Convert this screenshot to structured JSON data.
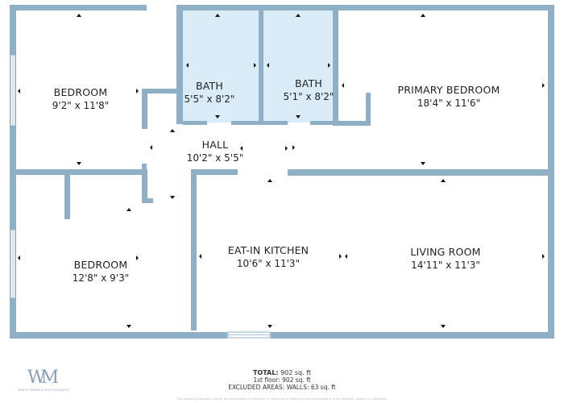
{
  "colors": {
    "wall": "#8fafc6",
    "bath_fill": "#d9ecf8",
    "marker": "#111111",
    "text": "#222222"
  },
  "rooms": {
    "bedroom_1": {
      "name": "BEDROOM",
      "dims": "9'2\" x 11'8\""
    },
    "bath_1": {
      "name": "BATH",
      "dims": "5'5\" x 8'2\""
    },
    "bath_2": {
      "name": "BATH",
      "dims": "5'1\" x 8'2\""
    },
    "primary_bedroom": {
      "name": "PRIMARY BEDROOM",
      "dims": "18'4\" x 11'6\""
    },
    "hall": {
      "name": "HALL",
      "dims": "10'2\" x 5'5\""
    },
    "bedroom_2": {
      "name": "BEDROOM",
      "dims": "12'8\" x 9'3\""
    },
    "kitchen": {
      "name": "EAT-IN KITCHEN",
      "dims": "10'6\" x 11'3\""
    },
    "living_room": {
      "name": "LIVING ROOM",
      "dims": "14'11\" x 11'3\""
    }
  },
  "totals": {
    "total_label": "TOTAL:",
    "total_value": "902 sq. ft",
    "floor": "1st floor: 902 sq. ft",
    "excluded": "EXCLUDED AREAS: WALLS: 63 sq. ft"
  },
  "logo": {
    "monogram": "WM",
    "tagline": "WHITE MARBLE PHOTOGRAPHY"
  },
  "disclaimer": "This drawing is provided only for the convenience of reference. It should not be relied upon as representative of the final floor, location or dimension."
}
